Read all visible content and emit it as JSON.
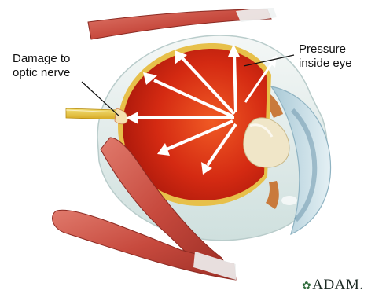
{
  "labels": {
    "damage_line1": "Damage to",
    "damage_line2": "optic nerve",
    "pressure_line1": "Pressure",
    "pressure_line2": "inside eye"
  },
  "brand": {
    "mark": "ADAM.",
    "leaf_icon": "leaf-icon"
  },
  "colors": {
    "vitreous_red": "#d42a12",
    "muscle_red": "#c74a3e",
    "lens_cream": "#f0e6c8",
    "cornea_blue": "#cfe2ea",
    "optic_nerve_yellow": "#e8c93a",
    "arrow_white": "#ffffff"
  }
}
